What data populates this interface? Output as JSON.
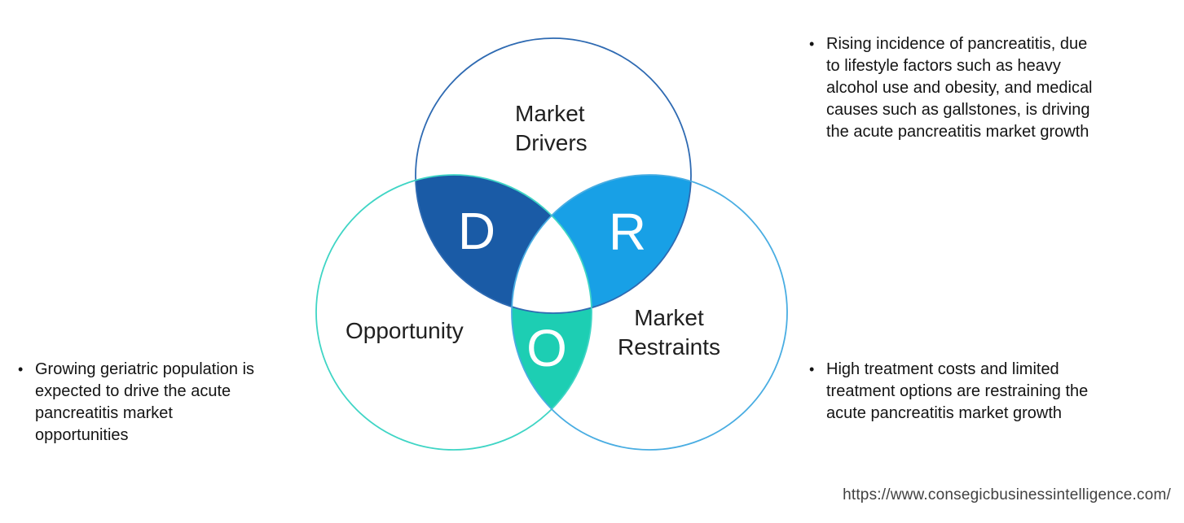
{
  "venn": {
    "drivers": {
      "label": "Market\nDrivers",
      "letter": "D"
    },
    "opportunity": {
      "label": "Opportunity",
      "letter": "O"
    },
    "restraints": {
      "label": "Market\nRestraints",
      "letter": "R"
    },
    "colors": {
      "drivers_fill": "#1a5ba6",
      "restraints_fill": "#18a0e6",
      "opportunity_fill": "#1dceb3",
      "drivers_outline": "#2e6ab2",
      "opportunity_outline": "#3fd5c5",
      "restraints_outline": "#49ade2",
      "letter_color": "#ffffff"
    }
  },
  "notes": {
    "bullet_char": "•",
    "drivers_note": "Rising incidence of pancreatitis, due\nto lifestyle factors such as heavy\nalcohol use and obesity, and medical\ncauses such as gallstones, is driving\nthe acute pancreatitis market growth",
    "opportunity_note": "Growing geriatric population is\nexpected to drive the acute\npancreatitis market\nopportunities",
    "restraints_note": "High treatment costs and limited\ntreatment options are restraining the\nacute pancreatitis market growth"
  },
  "footer": {
    "url": "https://www.consegicbusinessintelligence.com/"
  }
}
